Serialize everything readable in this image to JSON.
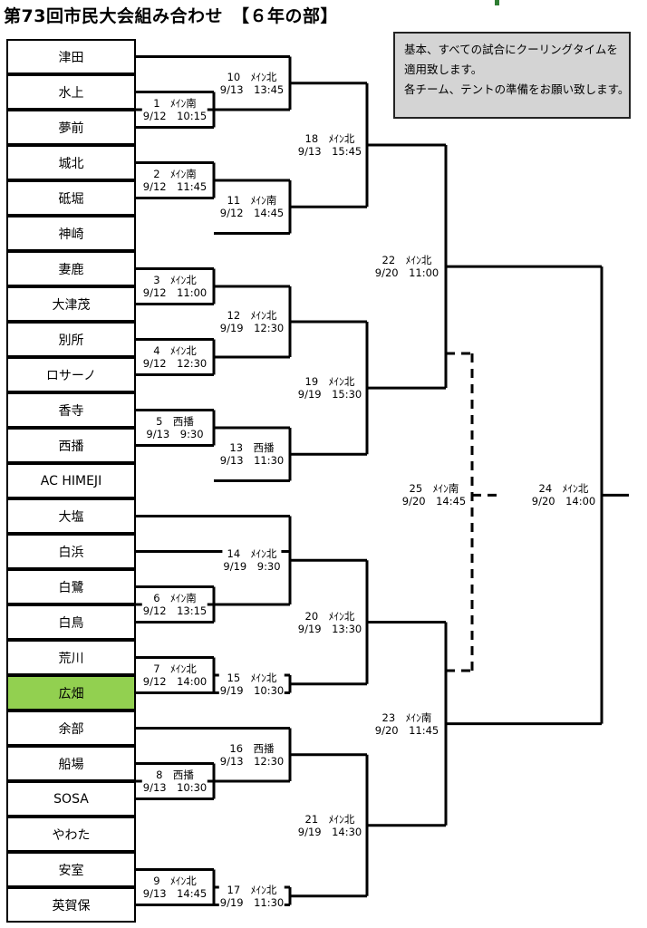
{
  "title": "第73回市民大会組み合わせ　【６年の部】",
  "notice": [
    "基本、すべての試合にクーリングタイムを",
    "適用致します。",
    "各チーム、テントの準備をお願い致します。"
  ],
  "teams": [
    "津田",
    "水上",
    "夢前",
    "城北",
    "砥堀",
    "神崎",
    "妻鹿",
    "大津茂",
    "別所",
    "ロサーノ",
    "香寺",
    "西播",
    "AC HIMEJI",
    "大塩",
    "白浜",
    "白鷺",
    "白鳥",
    "荒川",
    "広畑",
    "余部",
    "船場",
    "SOSA",
    "やわた",
    "安室",
    "英賀保"
  ],
  "highlighted_team": "広畑",
  "matches": [
    {
      "no": "1",
      "venue": "ﾒｲﾝ南",
      "time": "9/12　10:15"
    },
    {
      "no": "2",
      "venue": "ﾒｲﾝ南",
      "time": "9/12　11:45"
    },
    {
      "no": "3",
      "venue": "ﾒｲﾝ北",
      "time": "9/12　11:00"
    },
    {
      "no": "4",
      "venue": "ﾒｲﾝ北",
      "time": "9/12　12:30"
    },
    {
      "no": "5",
      "venue": "西播",
      "time": "9/13　9:30"
    },
    {
      "no": "6",
      "venue": "ﾒｲﾝ南",
      "time": "9/12　13:15"
    },
    {
      "no": "7",
      "venue": "ﾒｲﾝ北",
      "time": "9/12　14:00"
    },
    {
      "no": "8",
      "venue": "西播",
      "time": "9/13　10:30"
    },
    {
      "no": "9",
      "venue": "ﾒｲﾝ北",
      "time": "9/13　14:45"
    },
    {
      "no": "10",
      "venue": "ﾒｲﾝ北",
      "time": "9/13　13:45"
    },
    {
      "no": "11",
      "venue": "ﾒｲﾝ南",
      "time": "9/12　14:45"
    },
    {
      "no": "12",
      "venue": "ﾒｲﾝ北",
      "time": "9/19　12:30"
    },
    {
      "no": "13",
      "venue": "西播",
      "time": "9/13　11:30"
    },
    {
      "no": "14",
      "venue": "ﾒｲﾝ北",
      "time": "9/19　9:30"
    },
    {
      "no": "15",
      "venue": "ﾒｲﾝ北",
      "time": "9/19　10:30"
    },
    {
      "no": "16",
      "venue": "西播",
      "time": "9/13　12:30"
    },
    {
      "no": "17",
      "venue": "ﾒｲﾝ北",
      "time": "9/19　11:30"
    },
    {
      "no": "18",
      "venue": "ﾒｲﾝ北",
      "time": "9/13　15:45"
    },
    {
      "no": "19",
      "venue": "ﾒｲﾝ北",
      "time": "9/19　15:30"
    },
    {
      "no": "20",
      "venue": "ﾒｲﾝ北",
      "time": "9/19　13:30"
    },
    {
      "no": "21",
      "venue": "ﾒｲﾝ北",
      "time": "9/19　14:30"
    },
    {
      "no": "22",
      "venue": "ﾒｲﾝ北",
      "time": "9/20　11:00"
    },
    {
      "no": "23",
      "venue": "ﾒｲﾝ南",
      "time": "9/20　11:45"
    },
    {
      "no": "24",
      "venue": "ﾒｲﾝ北",
      "time": "9/20　14:00"
    },
    {
      "no": "25",
      "venue": "ﾒｲﾝ南",
      "time": "9/20　14:45"
    }
  ]
}
